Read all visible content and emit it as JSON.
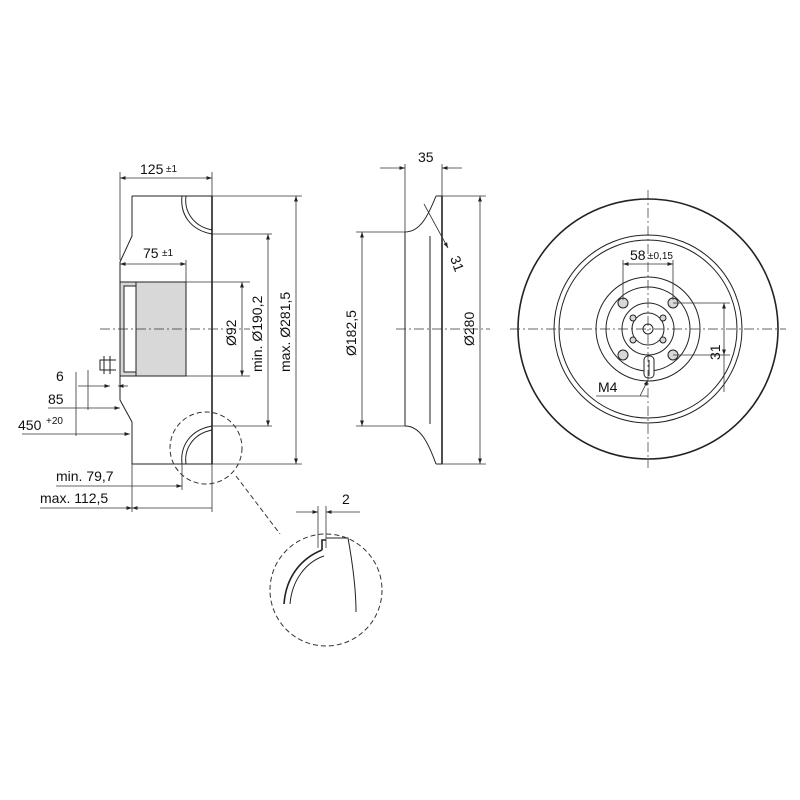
{
  "labels": {
    "width_125": "125",
    "width_125_tol": "±1",
    "width_75": "75",
    "width_75_tol": "±1",
    "dia_92": "Ø92",
    "dia_min_190": "min. Ø190,2",
    "dia_max_281": "max. Ø281,5",
    "dim_6": "6",
    "dim_85": "85",
    "dim_450": "450",
    "dim_450_tol": "+20",
    "min_79": "min. 79,7",
    "max_112": "max. 112,5",
    "dim_35": "35",
    "dim_31_angle": "31",
    "dia_182": "Ø182,5",
    "dia_280": "Ø280",
    "dim_2": "2",
    "dim_58": "58",
    "dim_58_tol": "±0,15",
    "dim_31_vertical": "31",
    "thread_m4": "M4"
  }
}
